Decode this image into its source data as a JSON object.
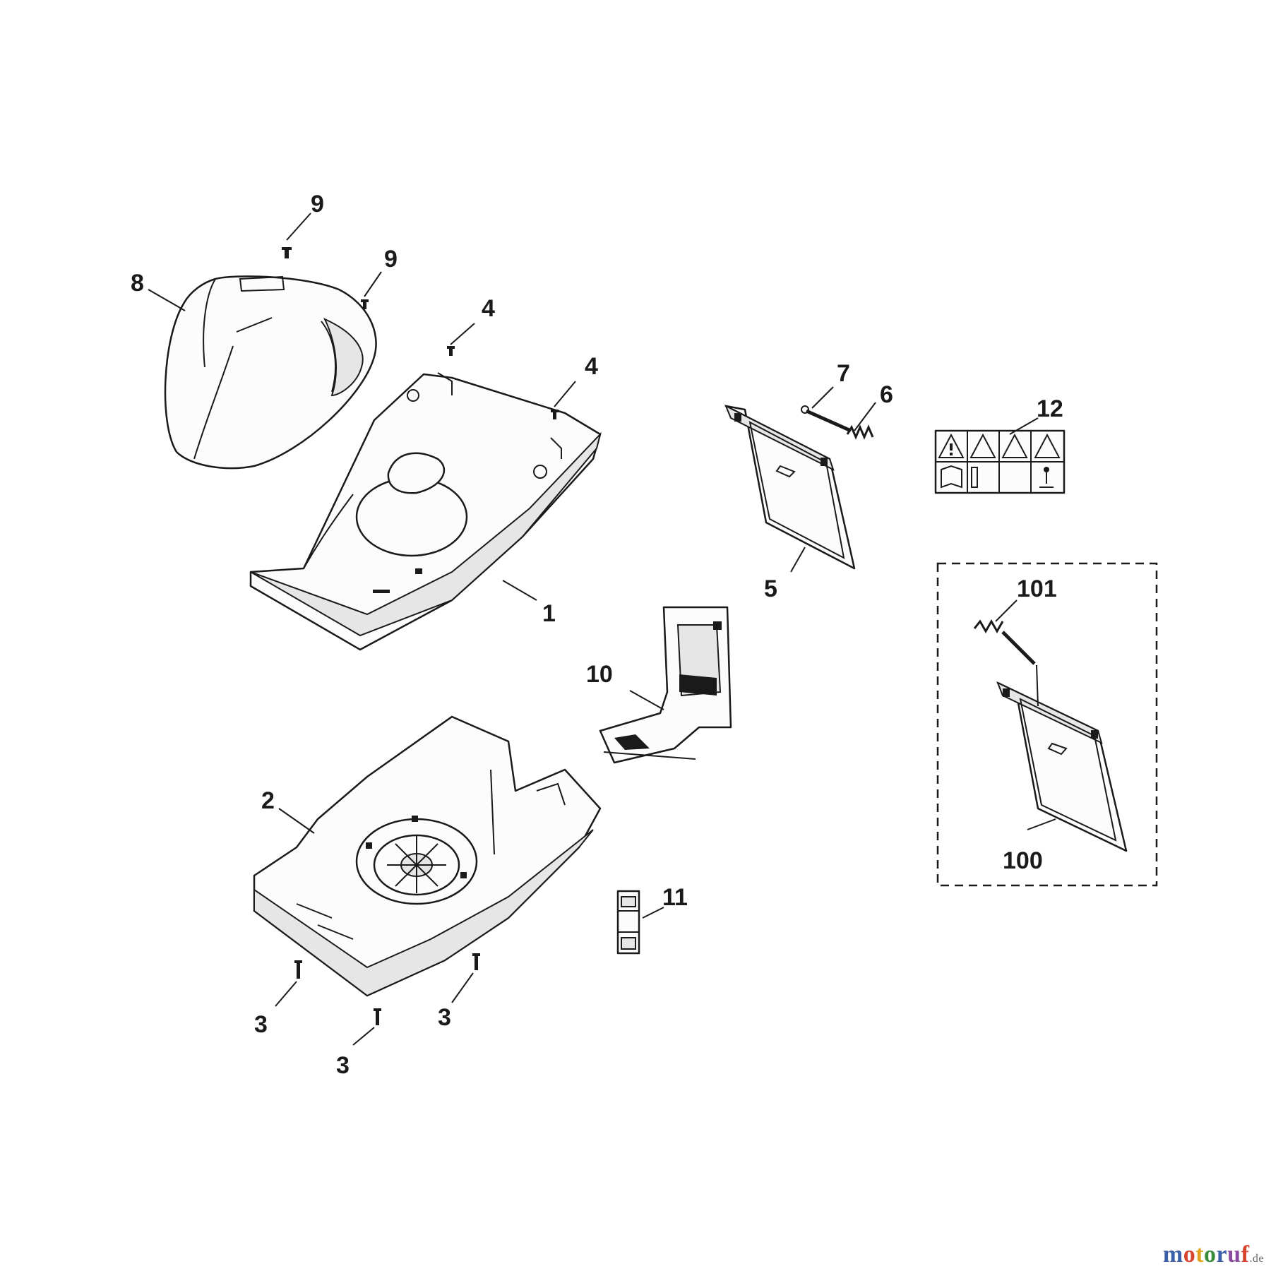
{
  "diagram": {
    "callouts": {
      "c1": "1",
      "c2": "2",
      "c3a": "3",
      "c3b": "3",
      "c3c": "3",
      "c4a": "4",
      "c4b": "4",
      "c5": "5",
      "c6": "6",
      "c7": "7",
      "c8": "8",
      "c9a": "9",
      "c9b": "9",
      "c10": "10",
      "c11": "11",
      "c12": "12",
      "c100": "100",
      "c101": "101"
    },
    "optional_group": "dashed-box"
  },
  "watermark": {
    "part1": "m",
    "part2": "o",
    "part3": "t",
    "part4": "o",
    "part5": "r",
    "part6": "u",
    "part7": "f",
    "tld": ".de"
  }
}
